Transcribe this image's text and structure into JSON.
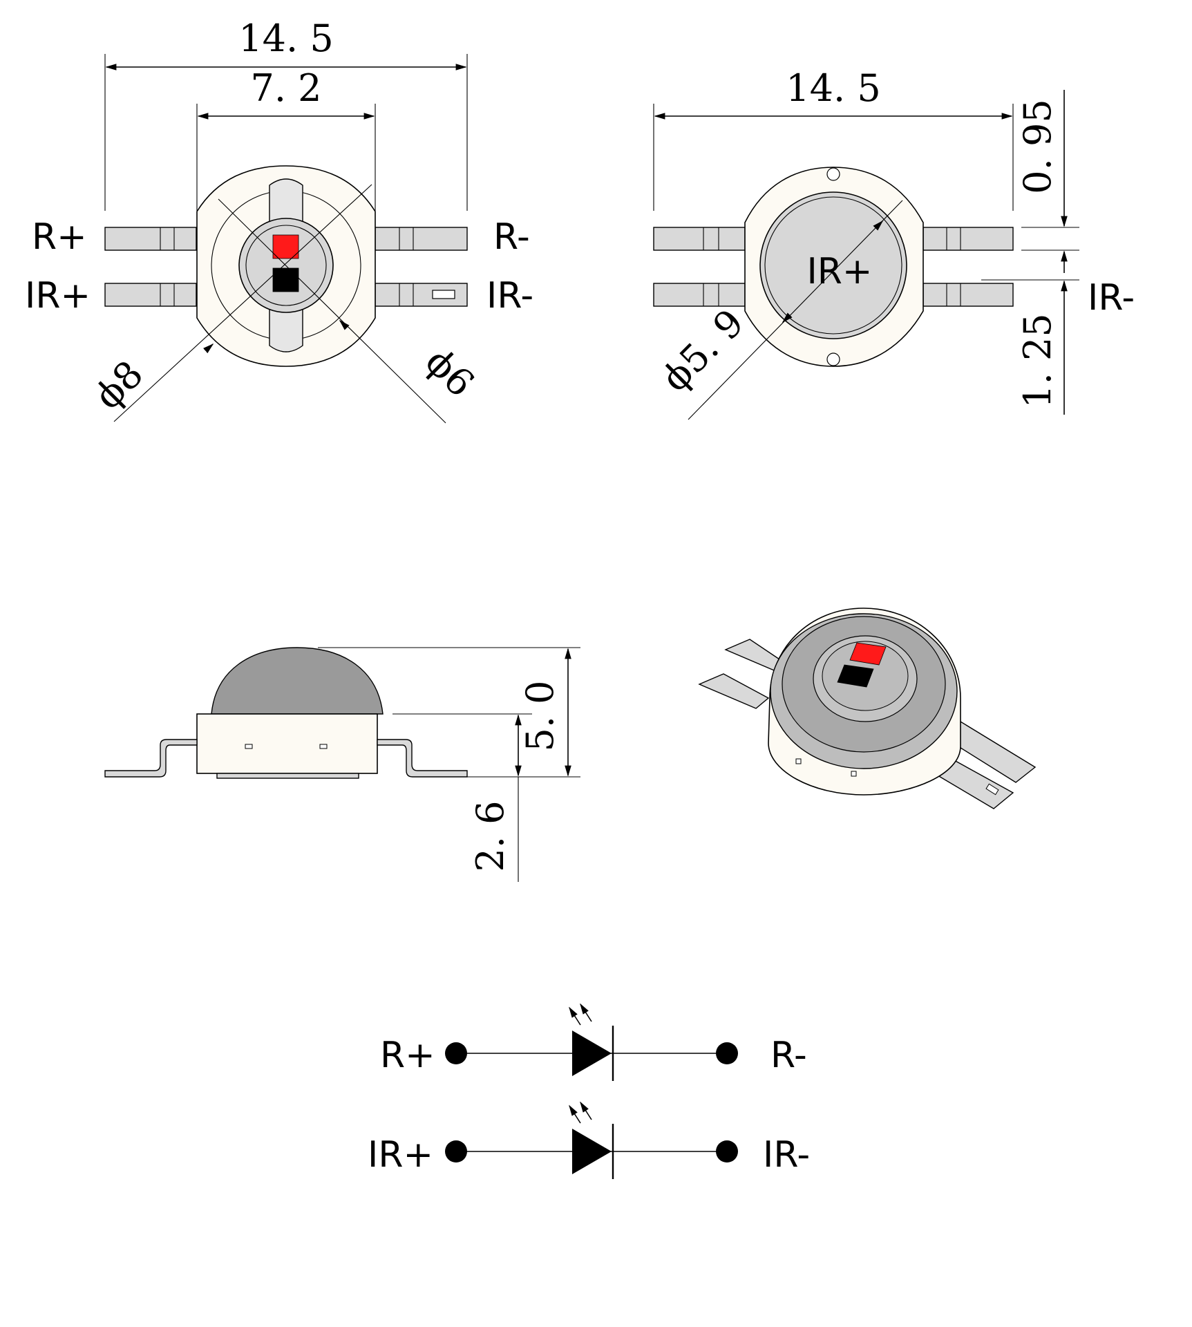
{
  "colors": {
    "red_chip": "#ff1a1a",
    "ir_chip": "#000000",
    "lead": "#d9d9d9",
    "lens": "#d7d7d7",
    "body": "#fdfaf3",
    "dome": "#9a9a9a"
  },
  "top_view": {
    "width_label": "14. 5",
    "inner_width_label": "7. 2",
    "outer_dia_label": "ϕ8",
    "inner_dia_label": "ϕ6",
    "pins": {
      "r_plus": "R+",
      "ir_plus": "IR+",
      "r_minus": "R-",
      "ir_minus": "IR-"
    }
  },
  "bottom_view": {
    "width_label": "14. 5",
    "pad_label": "IR+",
    "dia_label": "ϕ5. 9",
    "gap_label": "0. 95",
    "lead_label": "1. 25",
    "pin_label": "IR-"
  },
  "side_view": {
    "height_label": "5. 0",
    "base_label": "2. 6"
  },
  "schematic": {
    "r_plus": "R+",
    "r_minus": "R-",
    "ir_plus": "IR+",
    "ir_minus": "IR-"
  }
}
